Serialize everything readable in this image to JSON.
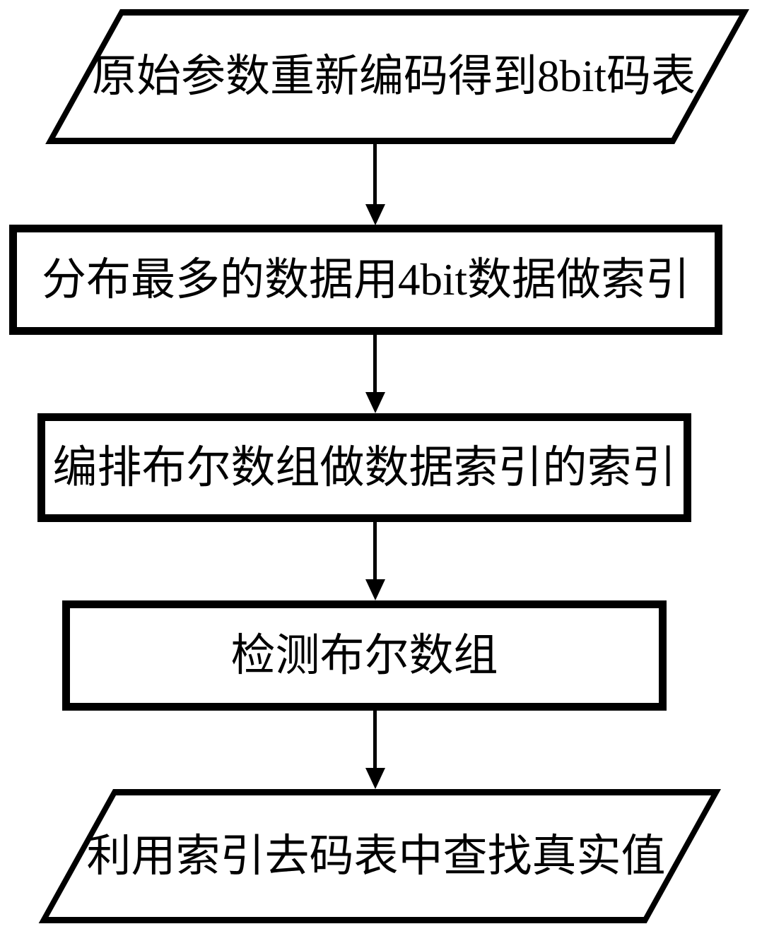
{
  "diagram": {
    "type": "flowchart",
    "direction": "top-down",
    "colors": {
      "stroke": "#000000",
      "fill": "#ffffff",
      "text": "#000000"
    },
    "nodes": [
      {
        "id": "1",
        "shape": "parallelogram",
        "label": "原始参数重新编码得到8bit码表"
      },
      {
        "id": "2",
        "shape": "rectangle",
        "label": "分布最多的数据用4bit数据做索引"
      },
      {
        "id": "3",
        "shape": "rectangle",
        "label": "编排布尔数组做数据索引的索引"
      },
      {
        "id": "4",
        "shape": "rectangle",
        "label": "检测布尔数组"
      },
      {
        "id": "5",
        "shape": "parallelogram",
        "label": "利用索引去码表中查找真实值"
      }
    ],
    "connectors": [
      {
        "from": "1",
        "to": "2",
        "style": "arrow-down"
      },
      {
        "from": "2",
        "to": "3",
        "style": "arrow-down"
      },
      {
        "from": "3",
        "to": "4",
        "style": "arrow-down"
      },
      {
        "from": "4",
        "to": "5",
        "style": "arrow-down"
      }
    ]
  }
}
